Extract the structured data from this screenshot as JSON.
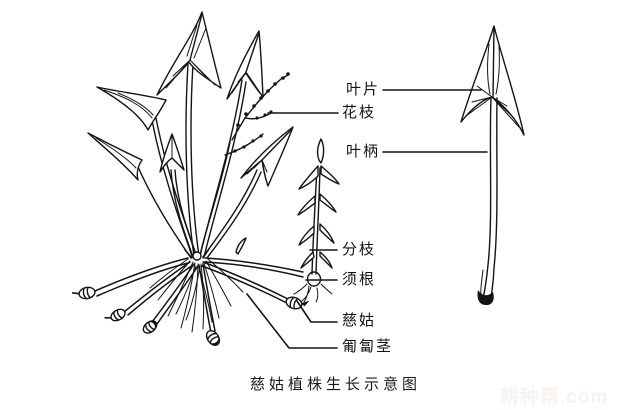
{
  "figure": {
    "caption": "慈姑植株生长示意图",
    "watermark": "耕种帮.com",
    "labels": [
      {
        "id": "leaf-blade",
        "text": "叶片"
      },
      {
        "id": "flower-branch",
        "text": "花枝"
      },
      {
        "id": "petiole",
        "text": "叶柄"
      },
      {
        "id": "branch",
        "text": "分枝"
      },
      {
        "id": "fibrous-root",
        "text": "须根"
      },
      {
        "id": "corm",
        "text": "慈姑"
      },
      {
        "id": "stolon",
        "text": "匍匐茎"
      }
    ],
    "colors": {
      "ink": "#141414",
      "background": "#ffffff",
      "watermark": "#f7f2ef"
    }
  }
}
